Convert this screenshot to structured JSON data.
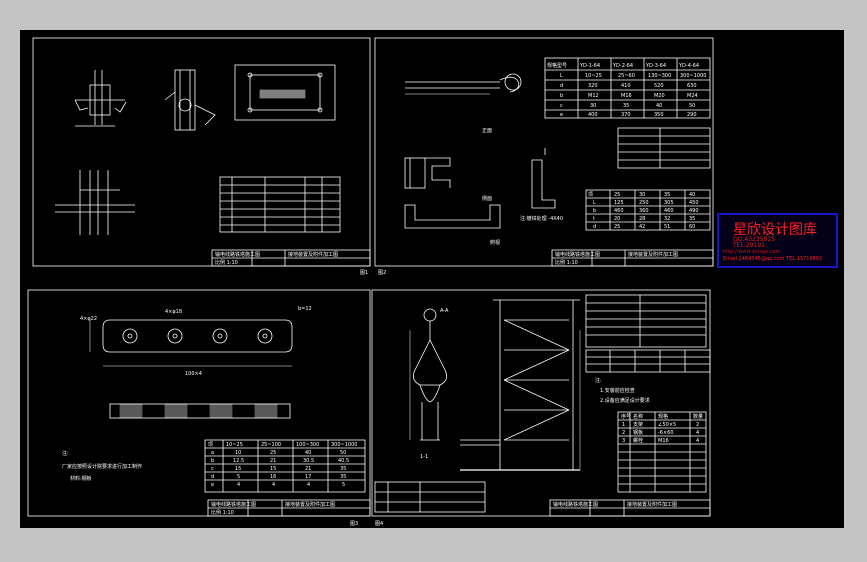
{
  "sheets": [
    {
      "id": "top-left",
      "number": "图1"
    },
    {
      "id": "top-right",
      "number": "图2"
    },
    {
      "id": "bottom-left",
      "number": "图3"
    },
    {
      "id": "bottom-right",
      "number": "图4"
    }
  ],
  "title_block": {
    "project": "输电线路铁塔施工图",
    "drawing": "接地装置及附件加工图",
    "scale": "比例 1:10"
  },
  "top_right": {
    "table_header": [
      "规格型号",
      "YD-1-64",
      "YD-2-64",
      "YD-3-64",
      "YD-4-64"
    ],
    "table_rows": [
      [
        "L",
        "10~25",
        "25~60",
        "130~300",
        "300~1000"
      ],
      [
        "d",
        "320",
        "410",
        "520",
        "630"
      ],
      [
        "b",
        "M12",
        "M16",
        "M20",
        "M24"
      ],
      [
        "c",
        "30",
        "35",
        "40",
        "50"
      ],
      [
        "e",
        "400",
        "370",
        "350",
        "290"
      ]
    ],
    "label_top": "正面",
    "label_side": "侧面",
    "label_bottom": "俯视",
    "note": "注:镀锌处理 -4X40",
    "stats_header": [
      "项",
      "25",
      "30",
      "35",
      "40"
    ],
    "stats_rows": [
      [
        "L",
        "125",
        "250",
        "305",
        "450"
      ],
      [
        "b",
        "460",
        "360",
        "460",
        "490"
      ],
      [
        "t",
        "20",
        "28",
        "32",
        "35"
      ],
      [
        "d",
        "25",
        "42",
        "51",
        "60"
      ]
    ]
  },
  "bottom_left": {
    "dim_top": "4×φ18",
    "dim_right": "b=12",
    "dim_total": "4×φ22",
    "dim_width": "100×4",
    "note1": "注:",
    "note2": "厂家应按照设计院要求进行加工制作",
    "note3": "材料:钢板",
    "table_header": [
      "项",
      "10~25",
      "25~100",
      "100~300",
      "300~1000"
    ],
    "table_rows": [
      [
        "a",
        "10",
        "25",
        "40",
        "50"
      ],
      [
        "b",
        "12.5",
        "21",
        "30.5",
        "40.5"
      ],
      [
        "c",
        "15",
        "15",
        "21",
        "35"
      ],
      [
        "d",
        "5",
        "16",
        "17",
        "35"
      ],
      [
        "e",
        "4",
        "4",
        "4",
        "5"
      ]
    ]
  },
  "bottom_right": {
    "label_ring": "A-A",
    "label_base": "1-1",
    "notes": [
      "注:",
      "1.安装前应检查",
      "2.设备应满足设计要求"
    ],
    "bom_header": [
      "序号",
      "名称",
      "规格",
      "数量"
    ],
    "bom_rows": [
      [
        "1",
        "支架",
        "∠50×5",
        "2"
      ],
      [
        "2",
        "钢板",
        "-6×60",
        "4"
      ],
      [
        "3",
        "螺栓",
        "M16",
        "4"
      ]
    ]
  },
  "stamp": {
    "title": "星欣设计图库",
    "line1": "QQ:43235925",
    "line2": "TEL:29192",
    "line3": "http://www.xinsge.com",
    "line4": "Email:1484345@qq.com  TEL:13719892"
  },
  "colors": {
    "line": "#ffffff",
    "paper": "#000000",
    "outside": "#c4c4c4",
    "accent": "#ff2020"
  }
}
